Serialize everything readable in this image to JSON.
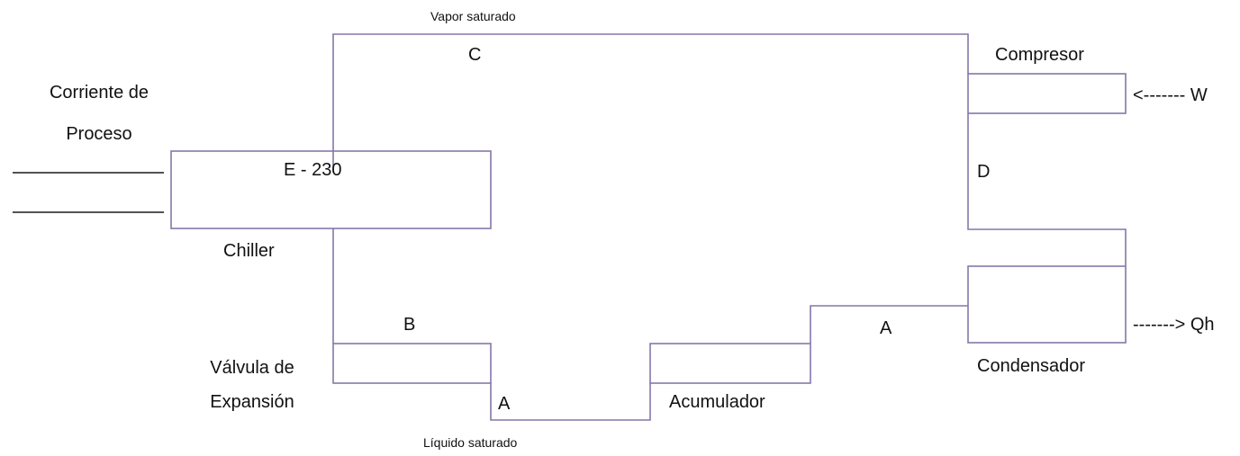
{
  "colors": {
    "line": "#8677a8",
    "black_line": "#1a1a1a",
    "text": "#111111"
  },
  "labels": {
    "vapor": "Vapor saturado",
    "liquido": "Líquido saturado",
    "point_c": "C",
    "point_b": "B",
    "point_a_low": "A",
    "point_a_high": "A",
    "point_d": "D",
    "corriente_line1": "Corriente de",
    "corriente_line2": "Proceso",
    "e230": "E - 230",
    "chiller": "Chiller",
    "valvula_line1": "Válvula de",
    "valvula_line2": "Expansión",
    "acumulador": "Acumulador",
    "compresor": "Compresor",
    "condensador": "Condensador",
    "work_in": "<------- W",
    "heat_out": "-------> Qh"
  }
}
